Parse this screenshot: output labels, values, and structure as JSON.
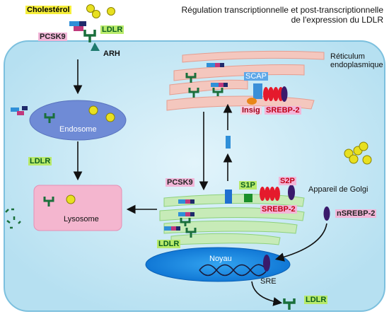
{
  "title": {
    "line1": "Régulation transcriptionnelle et post-transcriptionnelle",
    "line2": "de l'expression du LDLR"
  },
  "labels": {
    "cholesterol": "Cholestérol",
    "pcsk9": "PCSK9",
    "ldlr": "LDLR",
    "arh": "ARH",
    "reticulum_line1": "Réticulum",
    "reticulum_line2": "endoplasmique",
    "scap": "SCAP",
    "insig": "Insig",
    "srebp2": "SREBP-2",
    "endosome": "Endosome",
    "lysosome": "Lysosome",
    "s1p": "S1P",
    "s2p": "S2P",
    "golgi": "Appareil de Golgi",
    "nsrebp2": "nSREBP-2",
    "noyau": "Noyau",
    "sre": "SRE"
  },
  "colors": {
    "cell": "#b6e0f1",
    "er": "#f4c7be",
    "golgi": "#c7ebb8",
    "nucleus": "#1a86e0",
    "endosome": "#6f8bd6",
    "lysosome": "#f4b6cf",
    "ldlr": "#1a6f3b",
    "cholesterol": "#e8e020",
    "srebp2": "#e51a2c"
  }
}
